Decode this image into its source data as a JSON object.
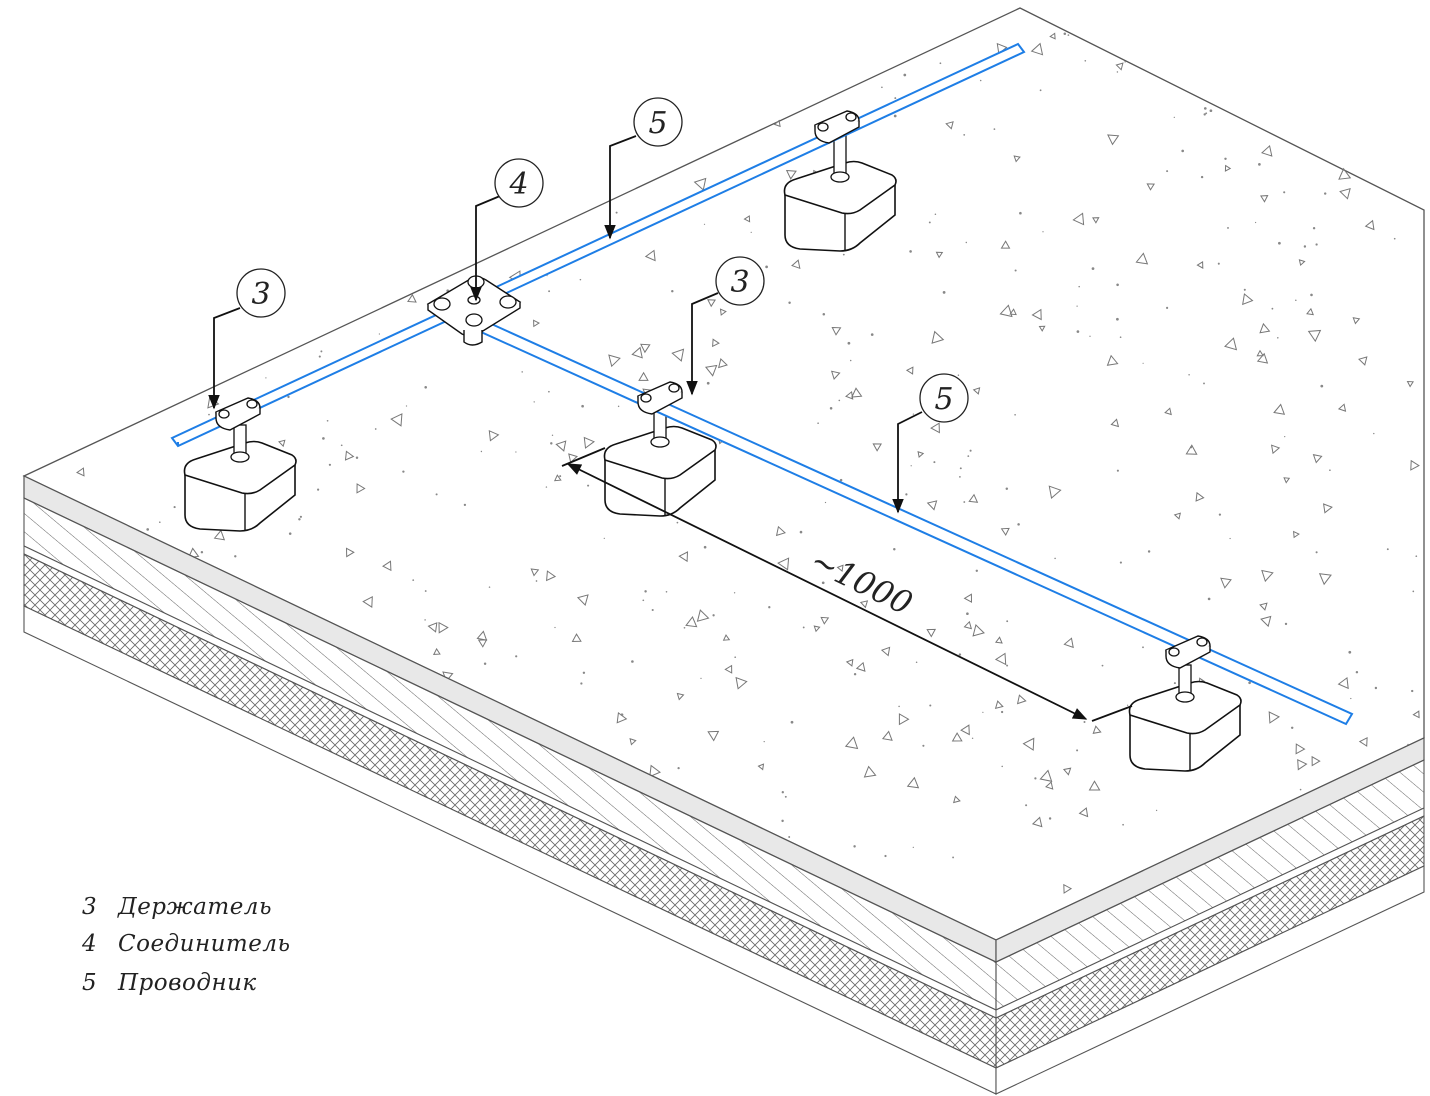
{
  "callouts": [
    {
      "num": "5"
    },
    {
      "num": "4"
    },
    {
      "num": "3"
    },
    {
      "num": "3"
    },
    {
      "num": "5"
    }
  ],
  "dimension": {
    "label": "~1000"
  },
  "legend": [
    {
      "num": "3",
      "label": "Держатель"
    },
    {
      "num": "4",
      "label": "Соединитель"
    },
    {
      "num": "5",
      "label": "Проводник"
    }
  ],
  "colors": {
    "conductor": "#1e7ee6",
    "line": "#111111",
    "hatch": "#666666"
  }
}
